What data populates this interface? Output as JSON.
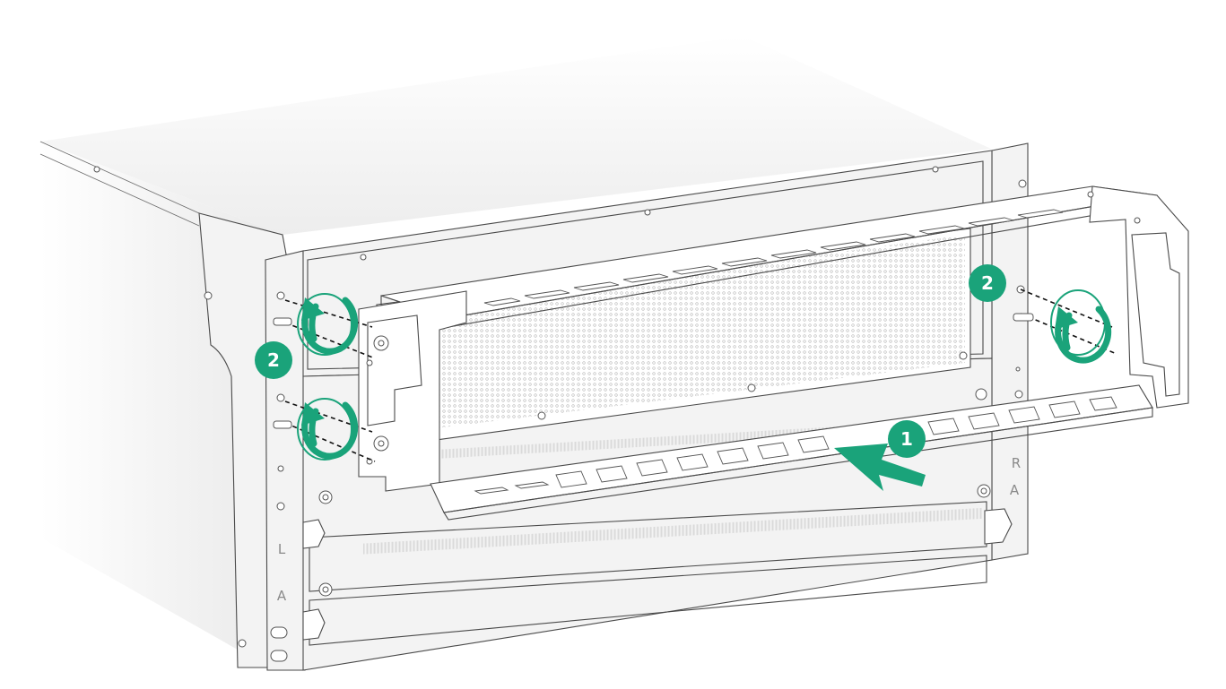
{
  "diagram": {
    "steps": [
      {
        "id": "step-1",
        "label": "1"
      },
      {
        "id": "step-2-left",
        "label": "2"
      },
      {
        "id": "step-2-right",
        "label": "2"
      }
    ],
    "chassis_marks": {
      "left_L": "L",
      "left_A": "A",
      "right_R": "R",
      "right_A": "A"
    },
    "colors": {
      "accent": "#1aa37a",
      "line": "#4a4a4a",
      "chassis_fill": "#f3f3f3"
    },
    "icons": [
      "insert-arrow-icon",
      "rotate-clockwise-icon",
      "captive-screw-icon",
      "mounting-hole-icon"
    ]
  }
}
